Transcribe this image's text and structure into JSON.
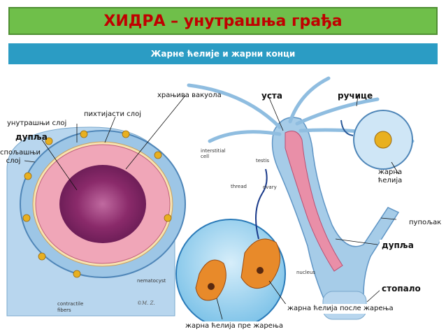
{
  "title": "ХИДРА – унутрашња грађа",
  "subtitle": "Жарне ћелије и жарни конци",
  "labels": {
    "food_vacuole": "храњива вакуола",
    "mouth": "уста",
    "tentacles": "ручице",
    "mesoglea": "пихтијасти слој",
    "inner_layer": "унутрашњи слој",
    "cavity_left": "дупља",
    "outer_layer_1": "спољашњи",
    "outer_layer_2": "слој",
    "stinging_cell_1": "жарна",
    "stinging_cell_2": "ћелија",
    "bud": "пупољак",
    "cavity_right": "дупља",
    "foot": "стопало",
    "cell_after": "жарна ћелија после жарења",
    "cell_before": "жарна ћелија пре жарења"
  },
  "tiny_labels": {
    "interstitial_1": "interstitial",
    "interstitial_2": "cell",
    "testis": "testis",
    "ovary": "ovary",
    "thread": "thread",
    "nucleus": "nucleus",
    "nematocyst": "nematocyst",
    "contractile_1": "contractile",
    "contractile_2": "fibers"
  },
  "colors": {
    "title_bg": "#6fbf4a",
    "title_text": "#c00000",
    "subtitle_bg": "#2b9cc4",
    "endoderm": "#f0a6b8",
    "cavity": "#8a2a6a",
    "ectoderm": "#9dc6e6",
    "stinging": "#e88a2a"
  }
}
